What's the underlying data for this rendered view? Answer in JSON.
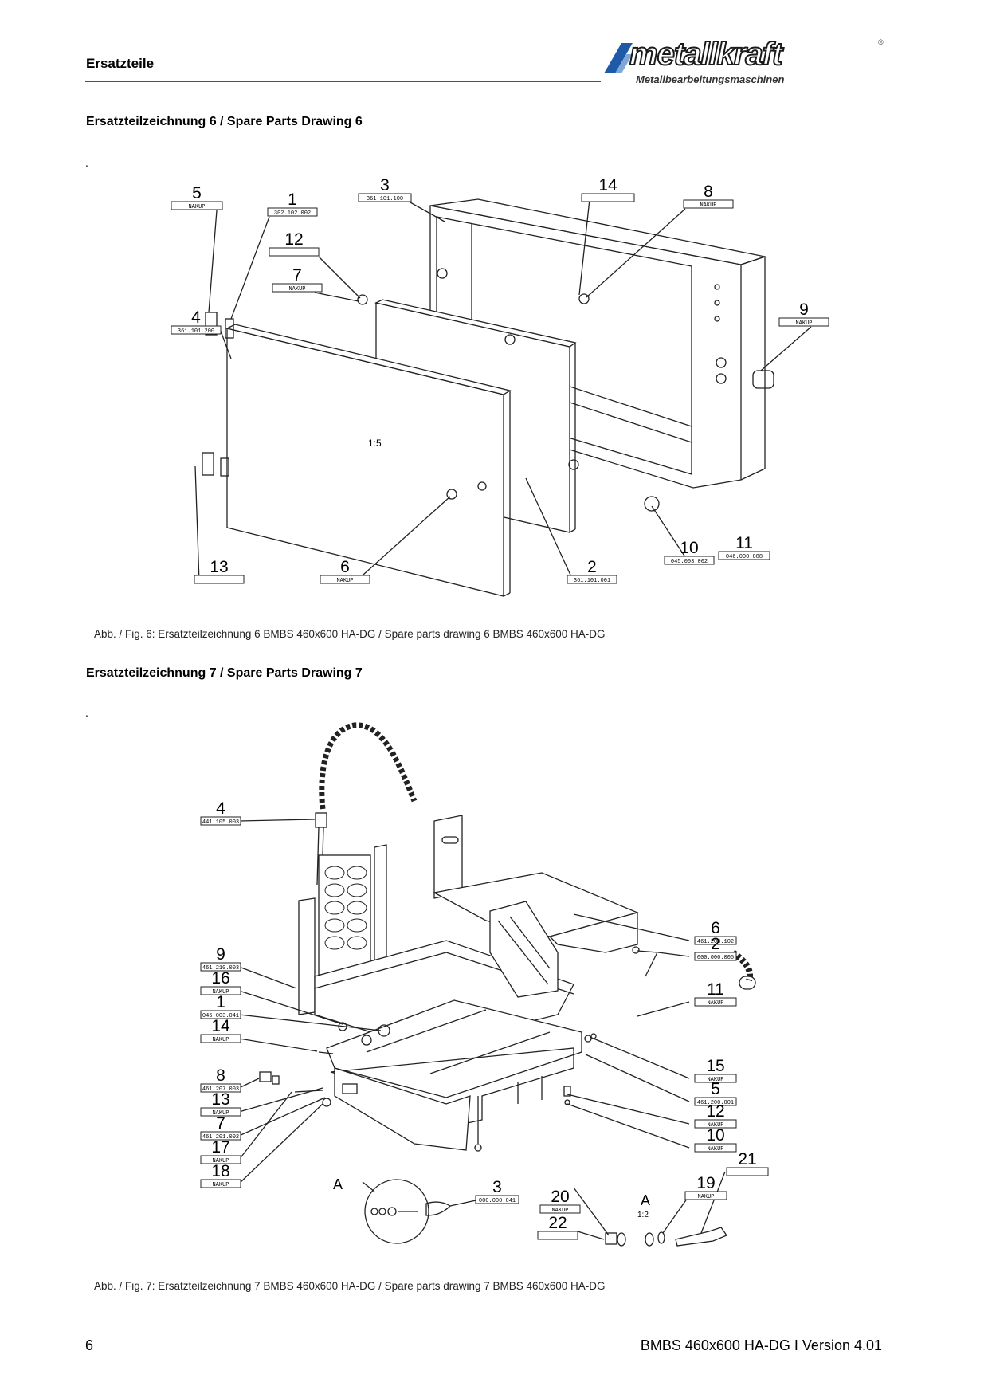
{
  "header": {
    "title": "Ersatzteile",
    "logo_word": "metallkraft",
    "logo_reg": "®",
    "logo_sub": "Metallbearbeitungsmaschinen"
  },
  "section6": {
    "title": "Ersatzteilzeichnung 6 / Spare Parts Drawing 6",
    "dot": ".",
    "caption": "Abb. / Fig. 6: Ersatzteilzeichnung 6 BMBS 460x600 HA-DG / Spare parts drawing 6 BMBS 460x600 HA-DG",
    "scale_label": "1:5",
    "callouts": [
      {
        "num": "5",
        "code": "NAKUP"
      },
      {
        "num": "1",
        "code": "302.102.002"
      },
      {
        "num": "3",
        "code": "361.101.100"
      },
      {
        "num": "14",
        "code": ""
      },
      {
        "num": "8",
        "code": "NAKUP"
      },
      {
        "num": "12",
        "code": ""
      },
      {
        "num": "7",
        "code": "NAKUP"
      },
      {
        "num": "4",
        "code": "361.101.200"
      },
      {
        "num": "9",
        "code": "NAKUP"
      },
      {
        "num": "13",
        "code": ""
      },
      {
        "num": "6",
        "code": "NAKUP"
      },
      {
        "num": "2",
        "code": "361.101.001"
      },
      {
        "num": "10",
        "code": "045.003.002"
      },
      {
        "num": "11",
        "code": "046.000.088"
      }
    ]
  },
  "section7": {
    "title": "Ersatzteilzeichnung 7 / Spare Parts Drawing 7",
    "dot": ".",
    "caption": "Abb. / Fig. 7: Ersatzteilzeichnung 7 BMBS 460x600 HA-DG / Spare parts drawing 7 BMBS 460x600 HA-DG",
    "detail_label": "A",
    "detail_scale": "1:2",
    "callouts_left": [
      {
        "num": "4",
        "code": "441.105.003"
      },
      {
        "num": "9",
        "code": "461.210.003"
      },
      {
        "num": "16",
        "code": "NAKUP"
      },
      {
        "num": "1",
        "code": "046.003.041"
      },
      {
        "num": "14",
        "code": "NAKUP"
      },
      {
        "num": "8",
        "code": "461.207.003"
      },
      {
        "num": "13",
        "code": "NAKUP"
      },
      {
        "num": "7",
        "code": "461.201.002"
      },
      {
        "num": "17",
        "code": "NAKUP"
      },
      {
        "num": "18",
        "code": "NAKUP"
      }
    ],
    "callouts_right": [
      {
        "num": "6",
        "code": "461.203.102"
      },
      {
        "num": "2",
        "code": "000.000.005"
      },
      {
        "num": "11",
        "code": "NAKUP"
      },
      {
        "num": "15",
        "code": "NAKUP"
      },
      {
        "num": "5",
        "code": "461.200.001"
      },
      {
        "num": "12",
        "code": "NAKUP"
      },
      {
        "num": "10",
        "code": "NAKUP"
      },
      {
        "num": "19",
        "code": "NAKUP"
      },
      {
        "num": "21",
        "code": ""
      },
      {
        "num": "3",
        "code": "000.000.041"
      },
      {
        "num": "20",
        "code": "NAKUP"
      },
      {
        "num": "22",
        "code": ""
      }
    ]
  },
  "footer": {
    "page": "6",
    "version": "BMBS 460x600 HA-DG  I Version 4.01"
  }
}
